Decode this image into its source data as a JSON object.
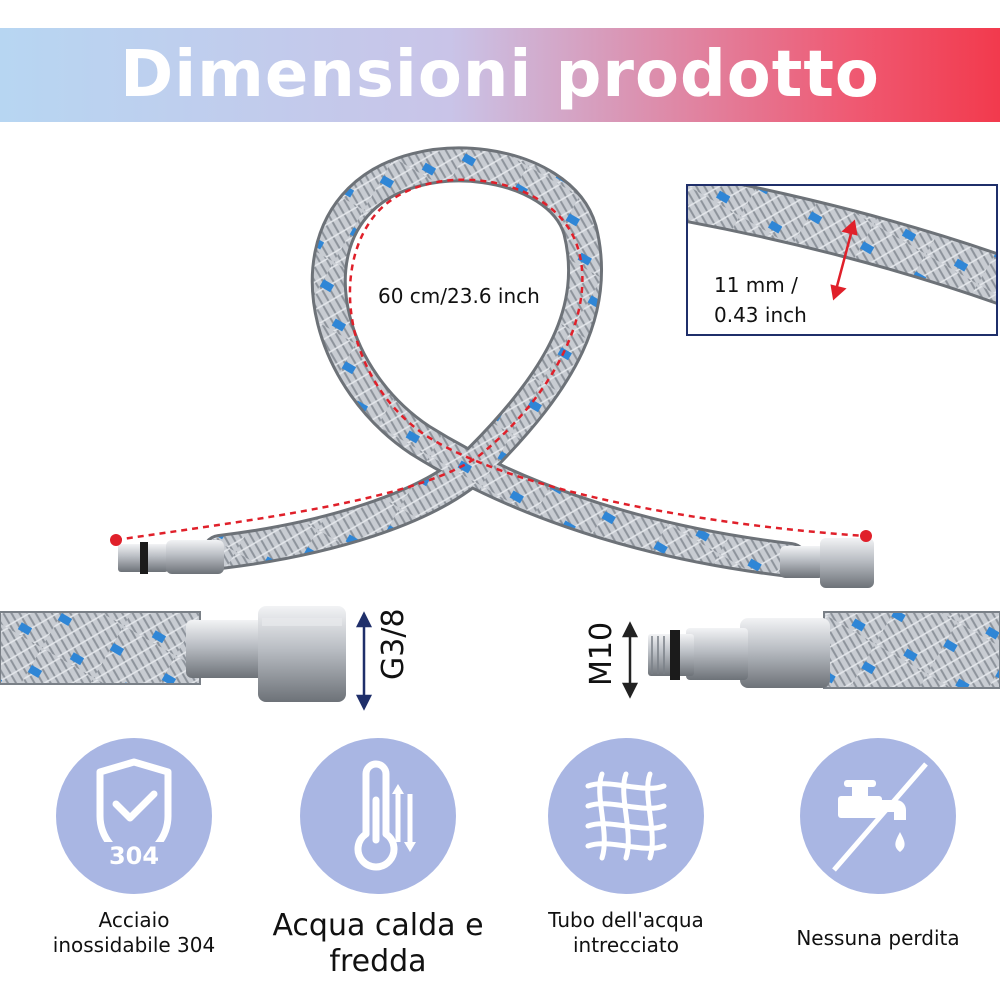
{
  "banner": {
    "title": "Dimensioni prodotto"
  },
  "loop": {
    "length_label": "60 cm/23.6 inch"
  },
  "inset": {
    "diameter_line1": "11 mm /",
    "diameter_line2": "0.43 inch"
  },
  "threads": {
    "female": "G3/8",
    "male": "M10"
  },
  "features": [
    {
      "icon": "shield-check-icon",
      "badge": "304",
      "line1": "Acciaio",
      "line2": "inossidabile 304"
    },
    {
      "icon": "thermometer-icon",
      "line1": "Acqua calda e",
      "line2": "fredda"
    },
    {
      "icon": "woven-mesh-icon",
      "line1": "Tubo dell'acqua",
      "line2": "intrecciato"
    },
    {
      "icon": "no-leak-faucet-icon",
      "line1": "Nessuna perdita",
      "line2": ""
    }
  ],
  "colors": {
    "accent_red": "#e0202a",
    "icon_circle": "#a9b6e3",
    "inset_border": "#1f2f6a",
    "braid_blue": "#2f86d6"
  }
}
